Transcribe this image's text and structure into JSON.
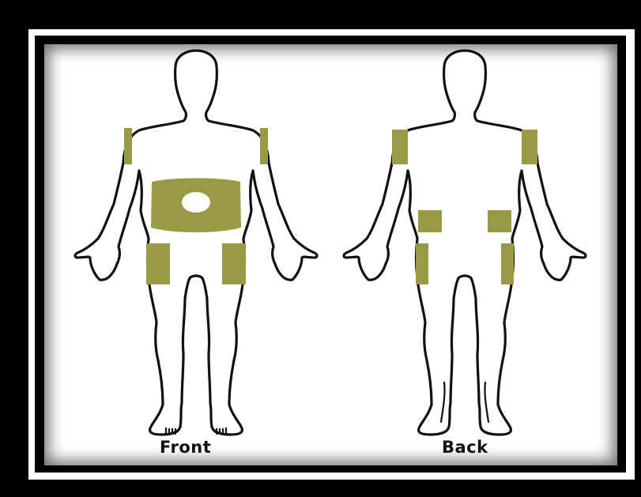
{
  "views": [
    {
      "id": "front",
      "label": "Front"
    },
    {
      "id": "back",
      "label": "Back"
    }
  ],
  "colors": {
    "injection_site": "#9b9a44",
    "outline": "#111111",
    "frame": "#000000",
    "background": "#ffffff"
  },
  "sites": {
    "front": [
      "upper-arm-left",
      "upper-arm-right",
      "abdomen",
      "thigh-left",
      "thigh-right"
    ],
    "back": [
      "upper-arm-left",
      "upper-arm-right",
      "upper-buttock-left",
      "upper-buttock-right",
      "back-thigh-left",
      "back-thigh-right"
    ]
  }
}
